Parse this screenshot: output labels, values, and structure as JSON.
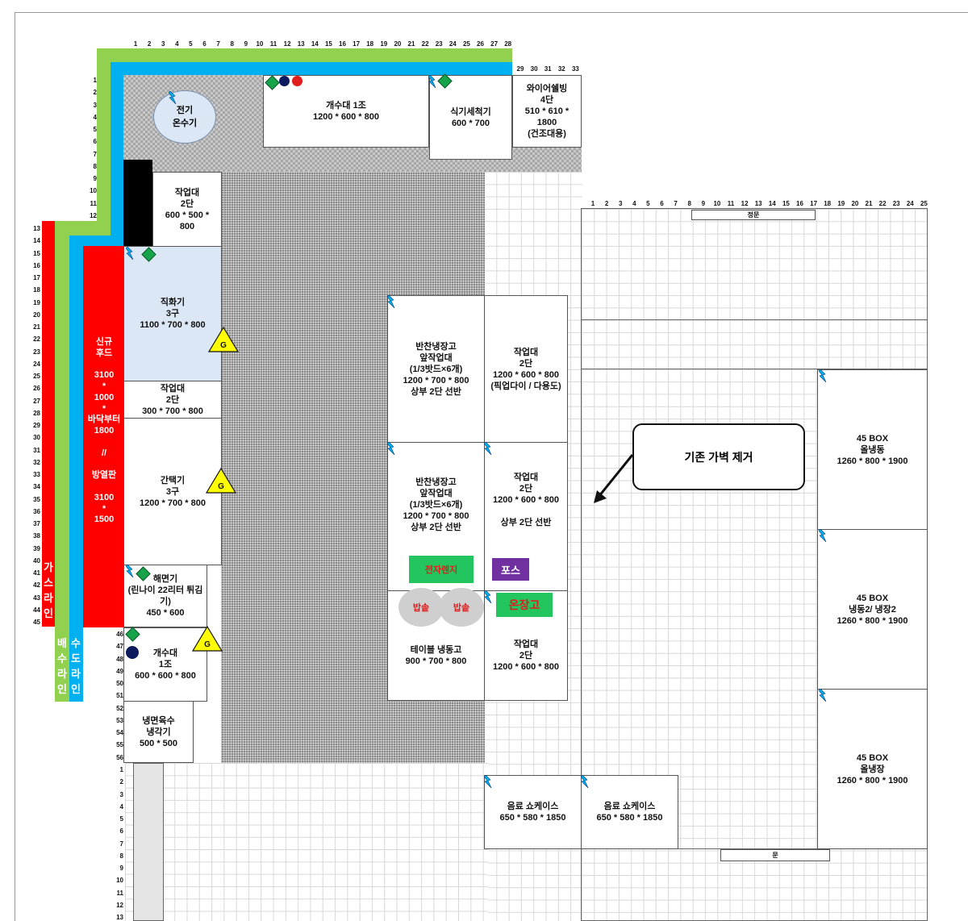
{
  "colors": {
    "gas": "#ff0000",
    "drain": "#92d050",
    "water": "#00b0f0",
    "appliance_bg": "#dbe7f4",
    "gas_mark": "#ffff00",
    "equip_green": "#22c55e",
    "pos_purple": "#7030a0",
    "navy": "#0d1b5e"
  },
  "icons": {
    "power": "lightning-bolt-icon",
    "outlet": "green-diamond-icon",
    "gas_valve": "gas-triangle-icon",
    "water_tap": "navy-dot-icon",
    "hot_water": "red-dot-icon"
  },
  "axes": {
    "top_cols": [
      "1",
      "2",
      "3",
      "4",
      "5",
      "6",
      "7",
      "8",
      "9",
      "10",
      "11",
      "12",
      "13",
      "14",
      "15",
      "16",
      "17",
      "18",
      "19",
      "20",
      "21",
      "22",
      "23",
      "24",
      "25",
      "26",
      "27",
      "28"
    ],
    "top_cols_b": [
      "29",
      "30",
      "31",
      "32",
      "33"
    ],
    "right_cols": [
      "1",
      "2",
      "3",
      "4",
      "5",
      "6",
      "7",
      "8",
      "9",
      "10",
      "11",
      "12",
      "13",
      "14",
      "15",
      "16",
      "17",
      "18",
      "19",
      "20",
      "21",
      "22",
      "23",
      "24",
      "25"
    ],
    "left_rows_a": [
      "1",
      "2",
      "3",
      "4",
      "5",
      "6",
      "7",
      "8",
      "9",
      "10",
      "11",
      "12"
    ],
    "left_rows_b": [
      "13",
      "14",
      "15",
      "16",
      "17",
      "18",
      "19",
      "20",
      "21",
      "22",
      "23",
      "24",
      "25",
      "26",
      "27",
      "28",
      "29",
      "30",
      "31",
      "32",
      "33",
      "34",
      "35",
      "36",
      "37",
      "38",
      "39",
      "40",
      "41",
      "42",
      "43",
      "44",
      "45"
    ],
    "left_rows_c": [
      "46",
      "47",
      "48",
      "49",
      "50",
      "51",
      "52",
      "53",
      "54",
      "55",
      "56"
    ],
    "left_rows_d": [
      "1",
      "2",
      "3",
      "4",
      "5",
      "6",
      "7",
      "8",
      "9",
      "10",
      "11",
      "12",
      "13"
    ]
  },
  "lines": {
    "gas": [
      "가",
      "스",
      "라",
      "인"
    ],
    "drain": [
      "배",
      "수",
      "라",
      "인"
    ],
    "water": [
      "수",
      "도",
      "라",
      "인"
    ]
  },
  "hood": {
    "l1": "신규",
    "l2": "후드",
    "l3": "3100",
    "l4": "*",
    "l5": "1000",
    "l6": "*",
    "l7": "바닥부터",
    "l8": "1800",
    "l9": "//",
    "l10": "방열판",
    "l11": "3100",
    "l12": "*",
    "l13": "1500"
  },
  "heater": {
    "l1": "전기",
    "l2": "온수기"
  },
  "sink_top": {
    "l1": "개수대 1조",
    "l2": "1200 * 600 * 800"
  },
  "dishwasher": {
    "l1": "식기세척기",
    "l2": "600 * 700"
  },
  "shelf": {
    "l1": "와이어쉘빙",
    "l2": "4단",
    "l3": "510 * 610 *",
    "l4": "1800",
    "l5": "(건조대용)"
  },
  "table_a": {
    "l1": "작업대",
    "l2": "2단",
    "l3": "600 * 500 *",
    "l4": "800"
  },
  "griller": {
    "l1": "직화기",
    "l2": "3구",
    "l3": "1100 * 700 * 800"
  },
  "table_b": {
    "l1": "작업대",
    "l2": "2단",
    "l3": "300 * 700 * 800"
  },
  "ganteki": {
    "l1": "간택기",
    "l2": "3구",
    "l3": "1200 * 700 * 800"
  },
  "fryer": {
    "l1": "해면기",
    "l2": "(린나이 22리터 튀김",
    "l3": "기)",
    "l4": "450 * 600"
  },
  "sink_left": {
    "l1": "개수대",
    "l2": "1조",
    "l3": "600 * 600 * 800"
  },
  "noodle": {
    "l1": "냉면육수",
    "l2": "냉각기",
    "l3": "500 * 500"
  },
  "banchan1": {
    "l1": "반찬냉장고",
    "l2": "앞작업대",
    "l3": "(1/3밧드×6개)",
    "l4": "1200 * 700 * 800",
    "l5": "상부 2단 선반"
  },
  "banchan2": {
    "l1": "반찬냉장고",
    "l2": "앞작업대",
    "l3": "(1/3밧드×6개)",
    "l4": "1200 * 700 * 800",
    "l5": "상부 2단 선반"
  },
  "table_c": {
    "l1": "작업대",
    "l2": "2단",
    "l3": "1200 * 600 * 800",
    "l4": "(픽업다이 / 다용도)"
  },
  "table_d": {
    "l1": "작업대",
    "l2": "2단",
    "l3": "1200 * 600 * 800",
    "l4": "상부 2단 선반"
  },
  "table_e": {
    "l1": "작업대",
    "l2": "2단",
    "l3": "1200 * 600 * 800"
  },
  "table_fridge": {
    "l1": "테이블 냉동고",
    "l2": "900 * 700 * 800"
  },
  "microwave": "전자렌지",
  "pos": "포스",
  "warmer": "온장고",
  "rice1": "밥솥",
  "rice2": "밥솥",
  "box1": {
    "l1": "45 BOX",
    "l2": "올냉동",
    "l3": "1260 * 800 * 1900"
  },
  "box2": {
    "l1": "45 BOX",
    "l2": "냉동2/ 냉장2",
    "l3": "1260 * 800 * 1900"
  },
  "box3": {
    "l1": "45 BOX",
    "l2": "올냉장",
    "l3": "1260 * 800 * 1900"
  },
  "showcase1": {
    "l1": "음료 쇼케이스",
    "l2": "650 * 580 * 1850"
  },
  "showcase2": {
    "l1": "음료 쇼케이스",
    "l2": "650 * 580 * 1850"
  },
  "main_gate": "정문",
  "door": "문",
  "callout": "기존 가벽 제거"
}
